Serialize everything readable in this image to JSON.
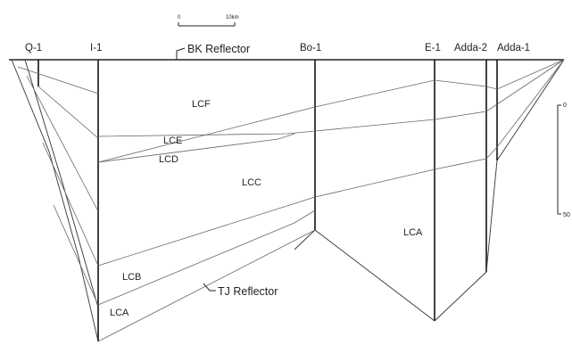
{
  "scale": {
    "start_label": "0",
    "end_label": "10km"
  },
  "wells": [
    "Q-1",
    "I-1",
    "Bo-1",
    "E-1",
    "Adda-2",
    "Adda-1"
  ],
  "units": [
    "LCF",
    "LCE",
    "LCD",
    "LCC",
    "LCB",
    "LCA",
    "LCA"
  ],
  "reflectors": {
    "top": "BK Reflector",
    "base": "TJ Reflector"
  },
  "depth_scale": {
    "top_label": "0",
    "bottom_label": "50"
  },
  "colors": {
    "ink": "#222222",
    "faint": "#9a9a9a"
  }
}
